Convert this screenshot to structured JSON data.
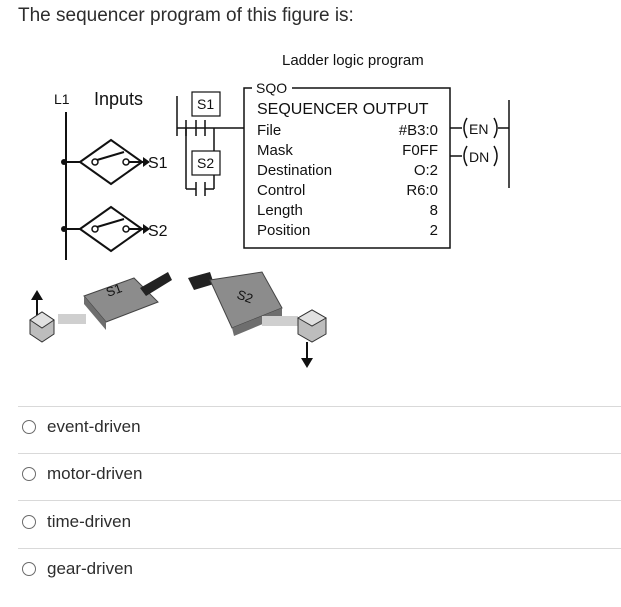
{
  "question": "The sequencer program of this figure is:",
  "figure": {
    "ladder_title": "Ladder logic program",
    "rail_label": "L1",
    "inputs_label": "Inputs",
    "input_s1": "S1",
    "input_s2": "S2",
    "contact_s1": "S1",
    "contact_s2": "S2",
    "block": {
      "instruction": "SQO",
      "name": "SEQUENCER OUTPUT",
      "rows": [
        {
          "label": "File",
          "value": "#B3:0"
        },
        {
          "label": "Mask",
          "value": "F0FF"
        },
        {
          "label": "Destination",
          "value": "O:2"
        },
        {
          "label": "Control",
          "value": "R6:0"
        },
        {
          "label": "Length",
          "value": "8"
        },
        {
          "label": "Position",
          "value": "2"
        }
      ]
    },
    "coil_en": "EN",
    "coil_dn": "DN",
    "device_s1": "S1",
    "device_s2": "S2"
  },
  "options": [
    {
      "label": "event-driven"
    },
    {
      "label": "motor-driven"
    },
    {
      "label": "time-driven"
    },
    {
      "label": "gear-driven"
    }
  ]
}
